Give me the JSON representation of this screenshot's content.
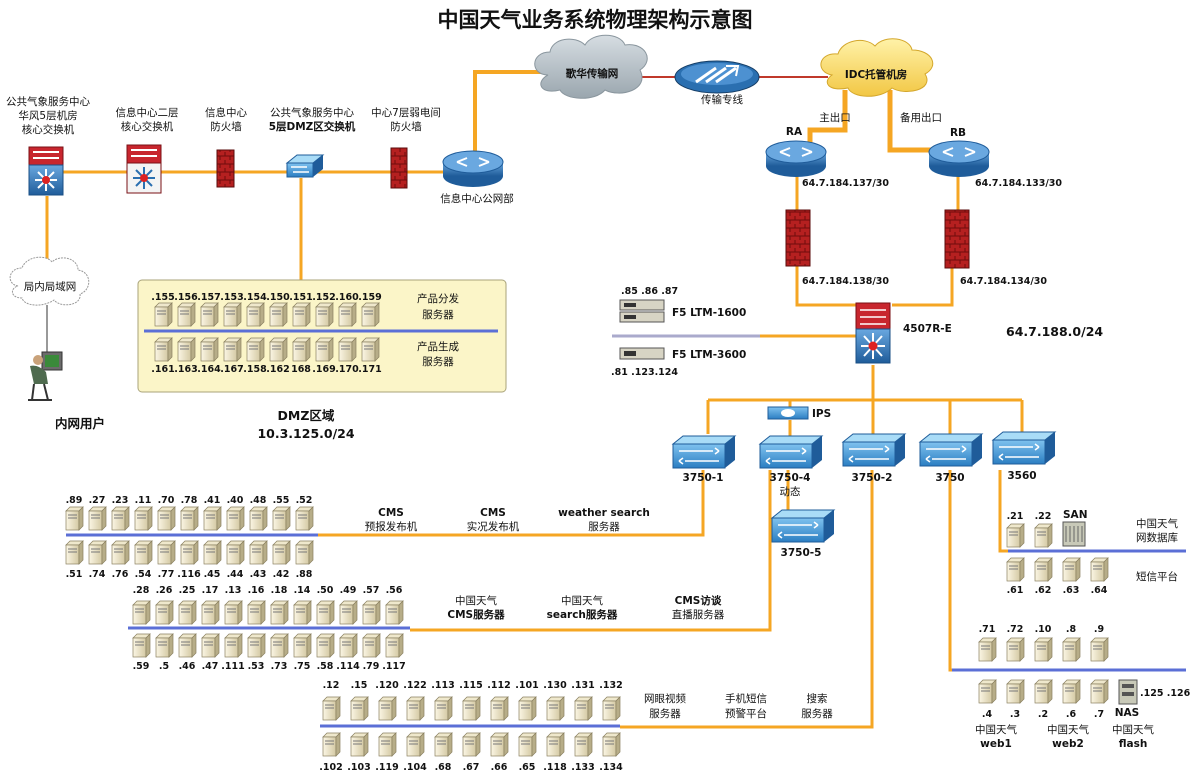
{
  "title": "中国天气业务系统物理架构示意图",
  "labels": {
    "public_core": [
      "公共气象服务中心",
      "华风5层机房",
      "核心交换机"
    ],
    "info_core": [
      "信息中心二层",
      "核心交换机"
    ],
    "info_fw": [
      "信息中心",
      "防火墙"
    ],
    "dmz_switch": [
      "公共气象服务中心",
      "5层DMZ区交换机"
    ],
    "fw7": [
      "中心7层弱电间",
      "防火墙"
    ],
    "info_public_router": "信息中心公网部",
    "gehua": "歌华传输网",
    "dedicated_line": "传输专线",
    "idc": "IDC托管机房",
    "main_exit": "主出口",
    "backup_exit": "备用出口",
    "ra": "RA",
    "rb": "RB",
    "ra_ip": "64.7.184.137/30",
    "rb_ip": "64.7.184.133/30",
    "ra_fw_ip": "64.7.184.138/30",
    "rb_fw_ip": "64.7.184.134/30",
    "lan": "局内局域网",
    "intranet_user": "内网用户",
    "dmz_area": "DMZ区域",
    "dmz_subnet": "10.3.125.0/24",
    "product_dist": [
      "产品分发",
      "服务器"
    ],
    "product_gen": [
      "产品生成",
      "服务器"
    ],
    "f5_top_ips": ".85 .86 .87",
    "f5_1600": "F5 LTM-1600",
    "f5_3600": "F5  LTM-3600",
    "f5_bottom_ips": ".81 .123.124",
    "core_4507": "4507R-E",
    "subnet_main": "64.7.188.0/24",
    "ips": "IPS",
    "sw_3750_1": "3750-1",
    "sw_3750_4": "3750-4",
    "dynamic": "动态",
    "sw_3750_2": "3750-2",
    "sw_3750": "3750",
    "sw_3560": "3560",
    "sw_3750_5": "3750-5",
    "cms_prefix": "CMS",
    "cms_forecast": "预报发布机",
    "cms_live": "实况发布机",
    "weather_search": "weather search",
    "server_word": "服务器",
    "cn_weather": "中国天气",
    "cms_server": "CMS服务器",
    "search_server": "search服务器",
    "cms_interview": "CMS访谈",
    "live_server": "直播服务器",
    "eye_video": "网眼视频",
    "mobile_sms": "手机短信",
    "alert_platform": "预警平台",
    "search_cn": "搜索",
    "san": "SAN",
    "cn_weather_db": "网数据库",
    "sms_platform": "短信平台",
    "nas": "NAS",
    "nas_ips": ".125 .126",
    "web1": "web1",
    "web2": "web2",
    "flash": "flash"
  },
  "dmz_top_ips": [
    ".155",
    ".156",
    ".157",
    ".153",
    ".154",
    ".150",
    ".151",
    ".152",
    ".160",
    ".159"
  ],
  "dmz_bottom_ips": [
    ".161",
    ".163",
    ".164",
    ".167",
    ".158",
    ".162",
    "168",
    ".169",
    ".170",
    ".171"
  ],
  "cms_top_ips": [
    ".89",
    ".27",
    ".23",
    ".11",
    ".70",
    ".78",
    ".41",
    ".40",
    ".48",
    ".55",
    ".52"
  ],
  "cms_bottom_ips": [
    ".51",
    ".74",
    ".76",
    ".54",
    ".77",
    ".116",
    ".45",
    ".44",
    ".43",
    ".42",
    ".88"
  ],
  "cw_top_ips": [
    ".28",
    ".26",
    ".25",
    ".17",
    ".13",
    ".16",
    ".18",
    ".14",
    ".50",
    ".49",
    ".57",
    ".56"
  ],
  "cw_bottom_ips": [
    ".59",
    ".5",
    ".46",
    ".47",
    ".111",
    ".53",
    ".73",
    ".75",
    ".58",
    ".114",
    ".79",
    ".117"
  ],
  "eye_top_ips": [
    ".12",
    ".15",
    ".120",
    ".122",
    ".113",
    ".115",
    ".112",
    ".101",
    ".130",
    ".131",
    ".132"
  ],
  "eye_bottom_ips": [
    ".102",
    ".103",
    ".119",
    ".104",
    ".68",
    ".67",
    ".66",
    ".65",
    ".118",
    ".133",
    ".134"
  ],
  "db_top_ips": [
    ".21",
    ".22"
  ],
  "db_bottom_ips": [
    ".61",
    ".62",
    ".63",
    ".64"
  ],
  "web_top_ips": [
    ".71",
    ".72",
    ".10",
    ".8",
    ".9"
  ],
  "web_bottom_ips": [
    ".4",
    ".3",
    ".2",
    ".6",
    ".7"
  ],
  "colors": {
    "link_orange": "#f5a623",
    "link_red": "#c0392b",
    "router_blue": "#2a6fb0",
    "firewall_red": "#b22222",
    "dmz_panel": "#fbf5c8",
    "bus_blue": "#5b6fd6"
  }
}
